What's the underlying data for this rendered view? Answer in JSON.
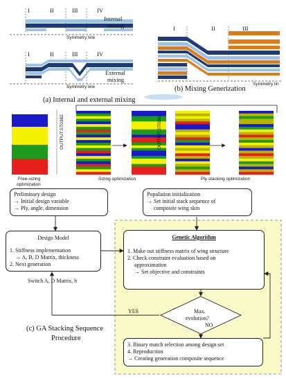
{
  "panel_a": {
    "romans": [
      "I",
      "II",
      "III",
      "IV"
    ],
    "internal_label_1": "Internal",
    "internal_label_2": "mixing",
    "external_label_1": "External",
    "external_label_2": "mixing",
    "symmetry_line": "Symmetry line",
    "caption": "(a) Internal and external mixing"
  },
  "panel_b": {
    "romans": [
      "I",
      "II",
      "III"
    ],
    "symmetry_line": "Symmetry lin",
    "caption": "(b) Mixing Generization"
  },
  "strip": {
    "output_1": "OUTPUT.ST0382",
    "output_2": "OUTPUT.ST0361",
    "free_sizing_1": "Free-sizing",
    "free_sizing_2": "optimization",
    "sizing": "Sizing optimization",
    "ply_stacking": "Ply stacking optimization",
    "colors": {
      "red": "#e8201c",
      "green": "#1e9a1e",
      "yellow": "#f5f000",
      "blue": "#1a1ac8",
      "olive": "#b8b400"
    }
  },
  "flow": {
    "prelim": {
      "title": "Preliminary design",
      "l1": "→ Initial design variable",
      "l2": "→ Ply, angle, dimension"
    },
    "population": {
      "title": "Population initialization",
      "l1": "→ Set initial stack sequence of",
      "l2": "composite wing skin"
    },
    "design_model": {
      "title": "Design Model",
      "l1": "1. Stiffness implementation",
      "l2": "→ A, B, D Matrix, thickness",
      "l3": "2. Next generation"
    },
    "ga": {
      "title": "Genetic Algorithm",
      "l1": "1. Make out stiffness matrix of wing structure",
      "l2": "2. Check constraint evaluation based on",
      "l3": "approximation",
      "l4": "→ Set objective and constraints"
    },
    "decision": {
      "l1": "Max.",
      "l2": "evolution?"
    },
    "yes": "YES",
    "no": "NO",
    "switch": "Switch A, D Matrix, h",
    "selection": {
      "l1": "3. Binary match selection among design set",
      "l2": "4. Reproduction",
      "l3": "→ Creating generation composite sequence"
    },
    "caption_1": "(c) GA Stacking Sequence",
    "caption_2": "Procedure",
    "ga_region_color": "#fafac8"
  }
}
